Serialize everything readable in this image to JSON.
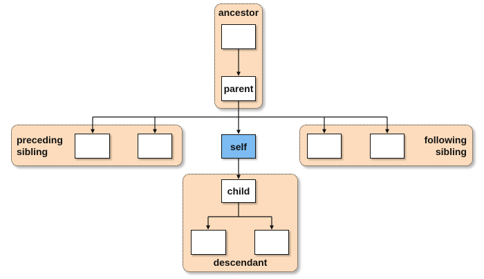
{
  "groups": {
    "ancestor": "ancestor",
    "preceding_sibling_line1": "preceding",
    "preceding_sibling_line2": "sibling",
    "following_sibling_line1": "following",
    "following_sibling_line2": "sibling",
    "descendant": "descendant"
  },
  "nodes": {
    "parent": "parent",
    "self": "self",
    "child": "child"
  },
  "colors": {
    "group_fill": "#fcdcbc",
    "self_fill": "#7cbcf2"
  }
}
